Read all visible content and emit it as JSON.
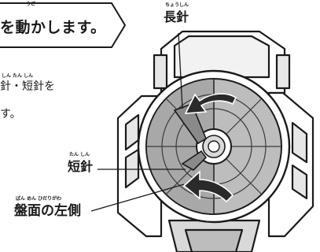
{
  "banner": {
    "text": "を動かします。",
    "furigana_ugo": "うご"
  },
  "body": {
    "line1": "針・短針を",
    "line2": "す。",
    "furigana_line1": "しん  たん しん"
  },
  "labels": {
    "long_hand": "長針",
    "long_hand_furigana": "ちょうしん",
    "short_hand": "短針",
    "short_hand_furigana": "たん しん",
    "dial_left": "盤面の左側",
    "dial_left_furigana": "ばん めん   ひだりがわ"
  },
  "colors": {
    "ink": "#1a1a1a",
    "dial_gray": "#bdbdbd",
    "dial_dark": "#9a9a9a",
    "arrow": "#2a2a2a"
  }
}
